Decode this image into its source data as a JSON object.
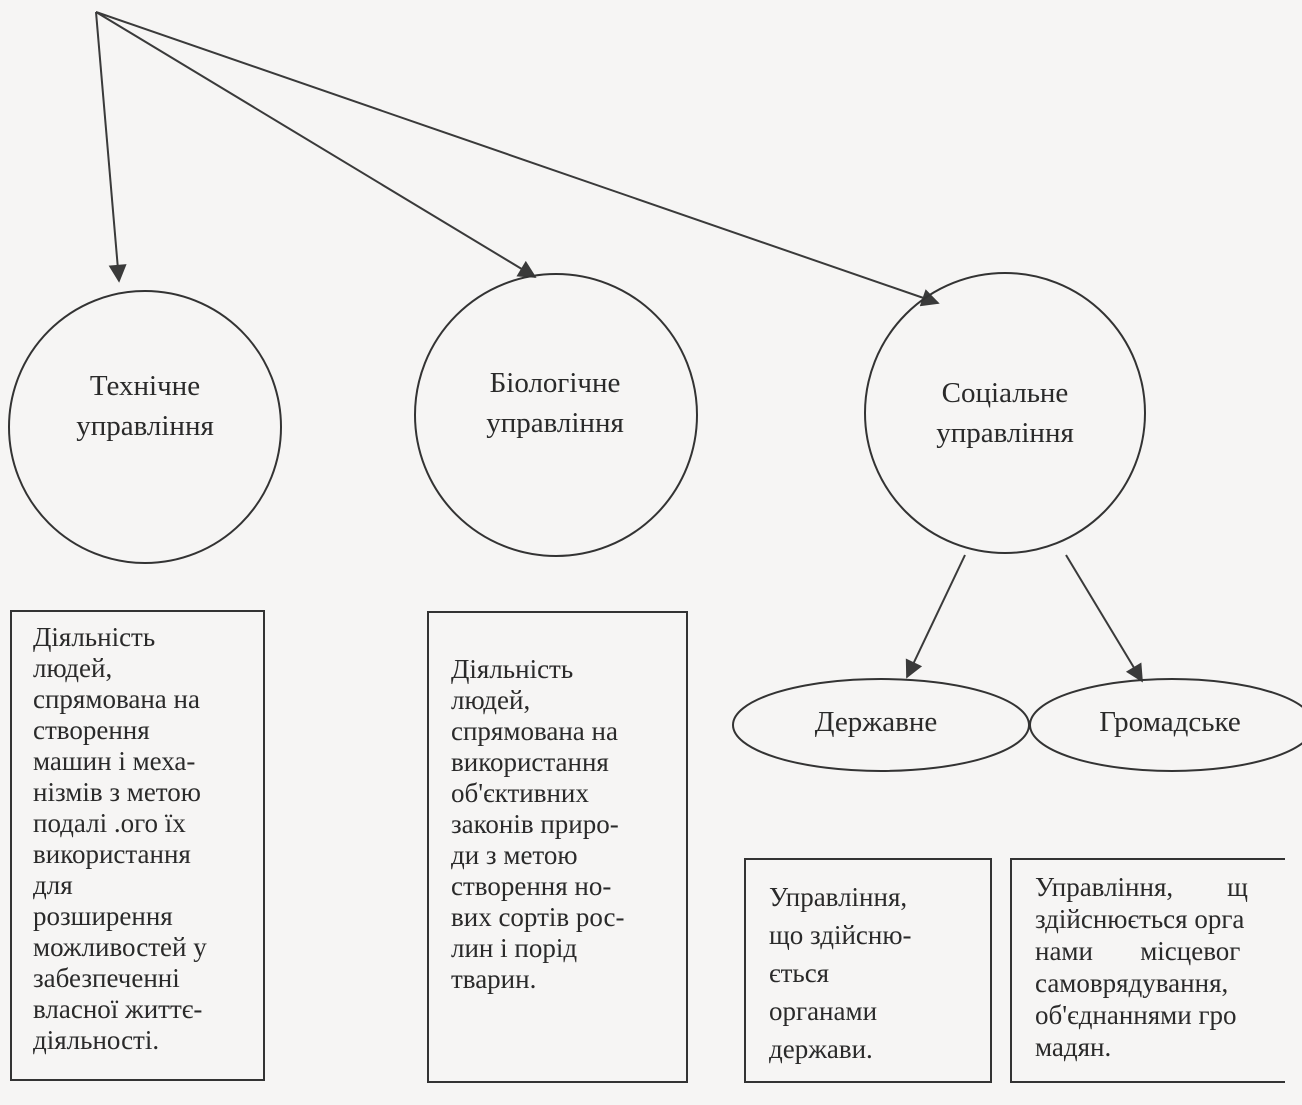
{
  "nodes": {
    "technical": {
      "label": "Технічне\nуправління"
    },
    "biological": {
      "label": "Біологічне\nуправління"
    },
    "social": {
      "label": "Соціальне\nуправління"
    },
    "state": {
      "label": "Державне"
    },
    "public": {
      "label": "Громадське"
    }
  },
  "boxes": {
    "technical": {
      "text": " Діяльність\nлюдей,\nспрямована  на\nстворення\nмашин  і  меха-\nнізмів  з  метою\nподалі .ого   їх\nвикористання\nдля\nрозширення\nможливостей  у\nзабезпеченні\nвласної  життє-\nдіяльності."
    },
    "biological": {
      "text": "Діяльність\nлюдей,\nспрямована  на\nвикористання\nоб'єктивних\nзаконів  приро-\nди    з     метою\nстворення  но-\nвих сортів рос-\nлин     і     порід\nтварин."
    },
    "state": {
      "text": "Управління,\nщо здійсню-\nється\nорганами\nдержави."
    },
    "public": {
      "text": "Управління,        щ\nздійснюється орга\nнами       місцевог\nсамоврядування,\nоб'єднаннями гро\nмадян."
    }
  }
}
